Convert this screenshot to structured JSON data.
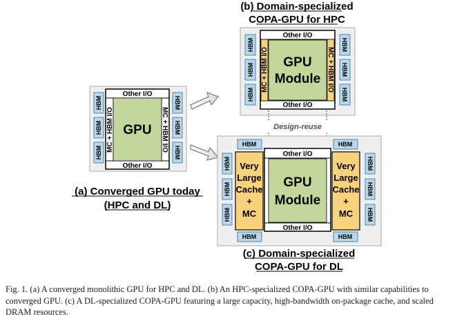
{
  "panel_a": {
    "title_line1": "(a) Converged GPU today",
    "title_line2": "(HPC and DL)",
    "core_label": "GPU",
    "io_top": "Other I/O",
    "io_bottom": "Other I/O",
    "mc_left": "MC + HBM I/O",
    "mc_right": "MC + HBM I/O",
    "hbm": "HBM"
  },
  "panel_b": {
    "title_line1": "(b) Domain-specialized",
    "title_line2": "COPA-GPU for HPC",
    "core_line1": "GPU",
    "core_line2": "Module",
    "io_top": "Other I/O",
    "io_bottom": "Other I/O",
    "mc_left": "MC + HBM I/O",
    "mc_right": "MC + HBM I/O",
    "hbm": "HBM"
  },
  "panel_c": {
    "title_line1": "(c) Domain-specialized",
    "title_line2": "COPA-GPU for DL",
    "core_line1": "GPU",
    "core_line2": "Module",
    "io_top": "Other I/O",
    "io_bottom": "Other I/O",
    "cache_line1": "Very",
    "cache_line2": "Large",
    "cache_line3": "Cache",
    "cache_line4": "+",
    "cache_line5": "MC",
    "hbm": "HBM"
  },
  "design_reuse": "Design-reuse",
  "caption": "Fig. 1. (a) A converged monolithic GPU for HPC and DL. (b) An HPC-specialized COPA-GPU with similar capabilities to converged GPU. (c) A DL-specialized COPA-GPU featuring a large capacity, high-bandwidth on-package cache, and scaled DRAM resources.",
  "colors": {
    "hbm_fill": "#b9d7e8",
    "hbm_stroke": "#4f86a8",
    "core_fill": "#c4d79b",
    "cache_fill": "#fbd27c",
    "package_fill": "#efefef"
  }
}
